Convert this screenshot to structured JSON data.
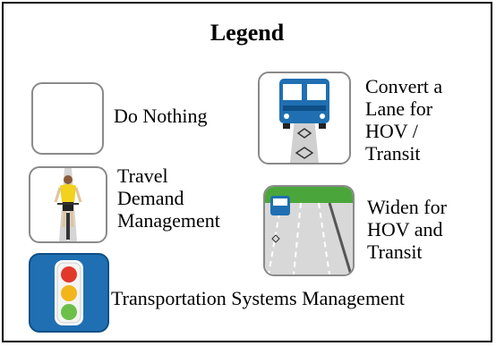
{
  "legend": {
    "title": "Legend",
    "items": {
      "do_nothing": {
        "icon": "blank-box-icon",
        "lines": [
          "Do Nothing"
        ]
      },
      "travel_demand": {
        "icon": "cyclist-icon",
        "lines": [
          "Travel",
          "Demand",
          "Management"
        ]
      },
      "tsm": {
        "icon": "traffic-light-icon",
        "lines": [
          "Transportation Systems Management"
        ]
      },
      "convert_lane": {
        "icon": "bus-hov-lane-icon",
        "lines": [
          "Convert a",
          "Lane for",
          "HOV /",
          "Transit"
        ]
      },
      "widen": {
        "icon": "widened-highway-icon",
        "lines": [
          "Widen for",
          "HOV and",
          "Transit"
        ]
      }
    }
  },
  "colors": {
    "transit_blue": "#1f6fb2",
    "border_gray": "#8a8a8a",
    "grass_green": "#4aa63a",
    "cyclist_yellow": "#f2d21c",
    "signal_red": "#e2382a",
    "signal_yellow": "#f2b51c",
    "signal_green": "#6cc04a"
  }
}
